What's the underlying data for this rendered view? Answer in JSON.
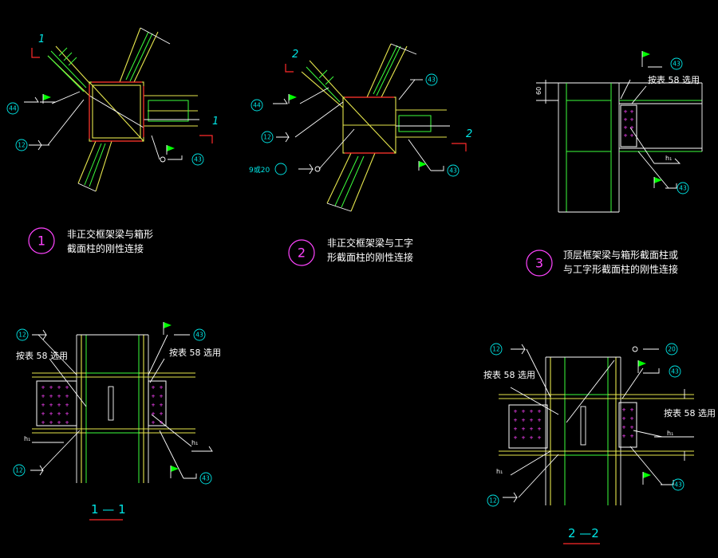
{
  "details": [
    {
      "number": "1",
      "caption": [
        "非正交框架梁与箱形",
        "截面柱的刚性连接"
      ]
    },
    {
      "number": "2",
      "caption": [
        "非正交框架梁与工字",
        "形截面柱的刚性连接"
      ]
    },
    {
      "number": "3",
      "caption": [
        "顶层框架梁与箱形截面柱或",
        "与工字形截面柱的刚性连接"
      ]
    }
  ],
  "section_marks": {
    "one": "1",
    "two": "2"
  },
  "section_titles": {
    "s11": "1 — 1",
    "s22": "2 —2"
  },
  "plate_note": "按表 58 选用",
  "dim_60": "60",
  "h1": "h₁",
  "weld_tags": {
    "t44": "44",
    "t12": "12",
    "t43": "43",
    "t20": "20",
    "t9or20": "9或20"
  },
  "bolt_glyph": "+"
}
